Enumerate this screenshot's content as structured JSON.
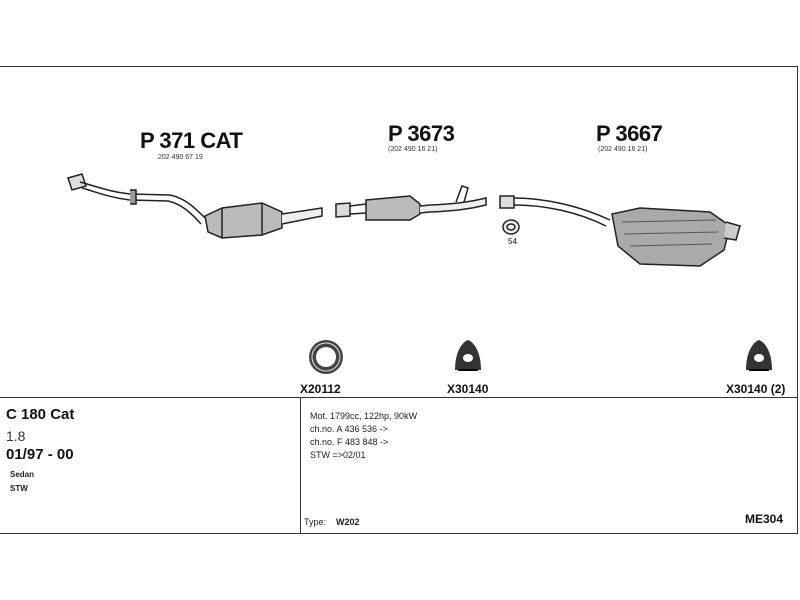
{
  "parts": [
    {
      "part_no": "P 371 CAT",
      "oem": "202 490 67 19"
    },
    {
      "part_no": "P 3673",
      "oem": "(202 490 16 21)"
    },
    {
      "part_no": "P 3667",
      "oem": "(202 490 16 21)"
    }
  ],
  "fitting_ref": "54",
  "accessories": [
    {
      "code": "X20112"
    },
    {
      "code": "X30140"
    },
    {
      "code": "X30140 (2)"
    }
  ],
  "vehicle": {
    "model": "C 180 Cat",
    "engine": "1.8",
    "years": "01/97 - 00",
    "body1": "Sedan",
    "body2": "STW"
  },
  "specs": {
    "line1": "Mot. 1799cc, 122hp, 90kW",
    "line2": "ch.no. A 436 536 ->",
    "line3": "ch.no. F 483 848 ->",
    "line4": "STW =>02/01",
    "type_label": "Type:",
    "type_value": "W202"
  },
  "diagram_code": "ME304"
}
